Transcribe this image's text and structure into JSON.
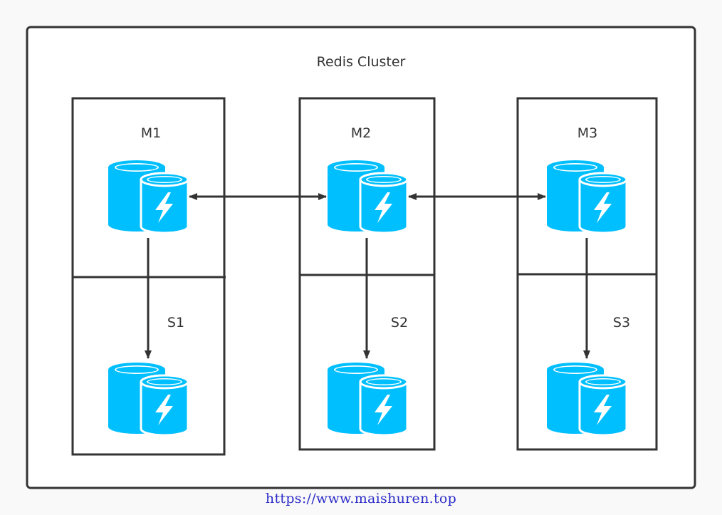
{
  "cluster": {
    "title": "Redis Cluster"
  },
  "nodes": {
    "m1": "M1",
    "m2": "M2",
    "m3": "M3",
    "s1": "S1",
    "s2": "S2",
    "s3": "S3"
  },
  "footer": {
    "url": "https://www.maishuren.top"
  },
  "colors": {
    "db_fill": "#00bfff",
    "db_rim": "#ffffff",
    "stroke": "#333333",
    "background": "#f9f9f9",
    "link": "#2c2cc9"
  },
  "icons": {
    "database": "redis-database-icon"
  }
}
